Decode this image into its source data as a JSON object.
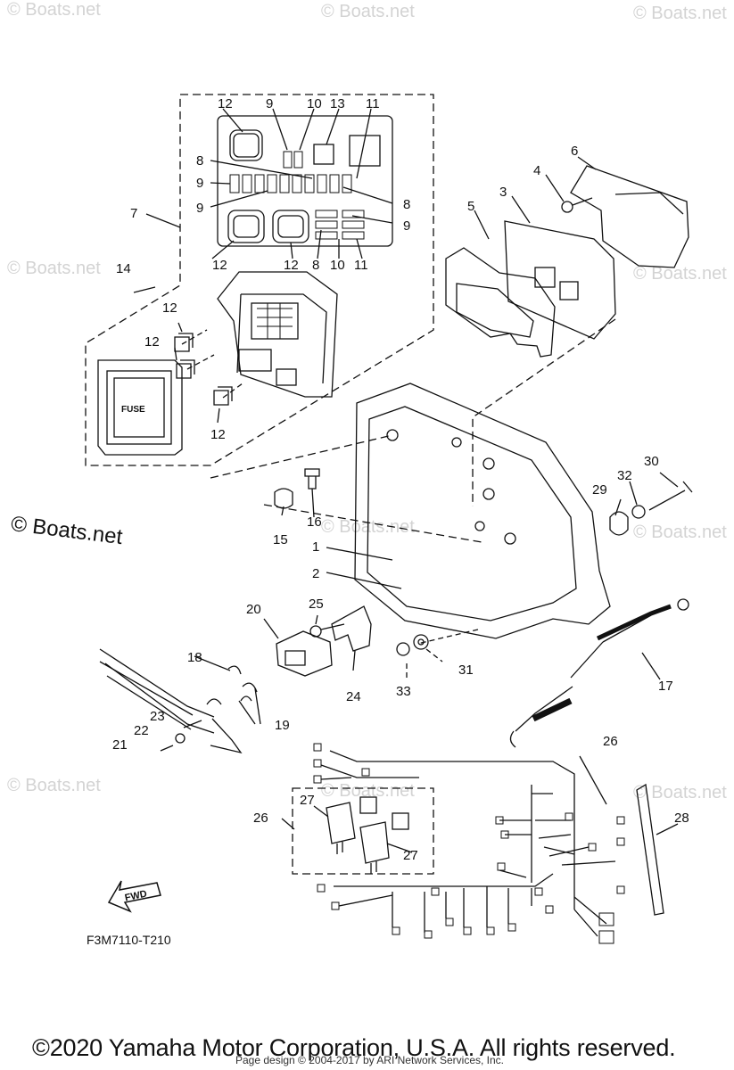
{
  "watermark": "© Boats.net",
  "diagram_code": "F3M7110-T210",
  "fwd_label": "FWD",
  "fuse_label": "FUSE",
  "copyright": "©2020 Yamaha Motor Corporation, U.S.A. All rights reserved.",
  "page_credit": "Page design © 2004-2017 by ARI Network Services, Inc.",
  "callouts": [
    "1",
    "2",
    "3",
    "4",
    "5",
    "6",
    "7",
    "8",
    "9",
    "10",
    "11",
    "12",
    "13",
    "14",
    "15",
    "16",
    "17",
    "18",
    "19",
    "20",
    "21",
    "22",
    "23",
    "24",
    "25",
    "26",
    "27",
    "28",
    "29",
    "30",
    "31",
    "32",
    "33"
  ]
}
